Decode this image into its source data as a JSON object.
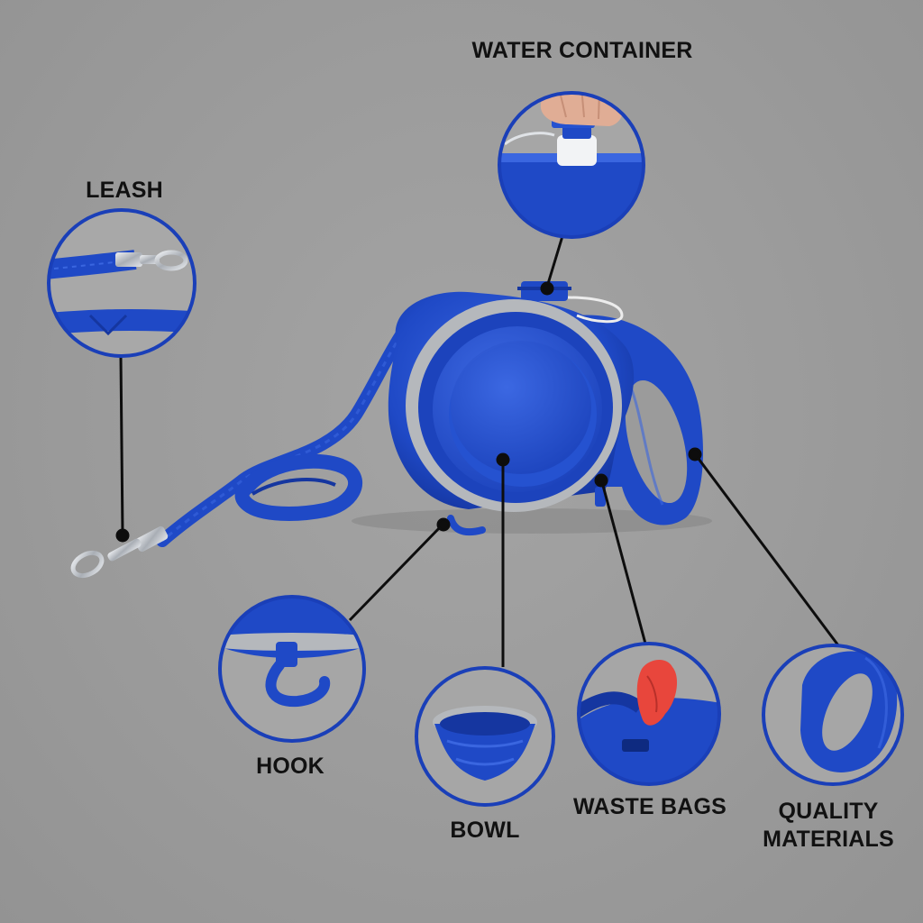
{
  "colors": {
    "background": "#9b9b9b",
    "product_blue": "#1f49c6",
    "product_blue_dark": "#1536a0",
    "product_blue_light": "#3a66e0",
    "silicone_gray": "#b5b8bc",
    "metal": "#c9cdd2",
    "callout_ring": "#1a3fb8",
    "leader_line": "#0d0d0d",
    "label_text": "#111111",
    "waste_bag": "#e8463c"
  },
  "callouts": {
    "water_container": {
      "label": "WATER CONTAINER",
      "icon": "water-bottle-cap-icon"
    },
    "leash": {
      "label": "LEASH",
      "icon": "leash-clip-icon"
    },
    "hook": {
      "label": "HOOK",
      "icon": "hook-icon"
    },
    "bowl": {
      "label": "BOWL",
      "icon": "collapsible-bowl-icon"
    },
    "waste_bags": {
      "label": "WASTE BAGS",
      "icon": "waste-bag-icon"
    },
    "quality_materials": {
      "label_line1": "QUALITY",
      "label_line2": "MATERIALS",
      "icon": "handle-grip-icon"
    }
  }
}
